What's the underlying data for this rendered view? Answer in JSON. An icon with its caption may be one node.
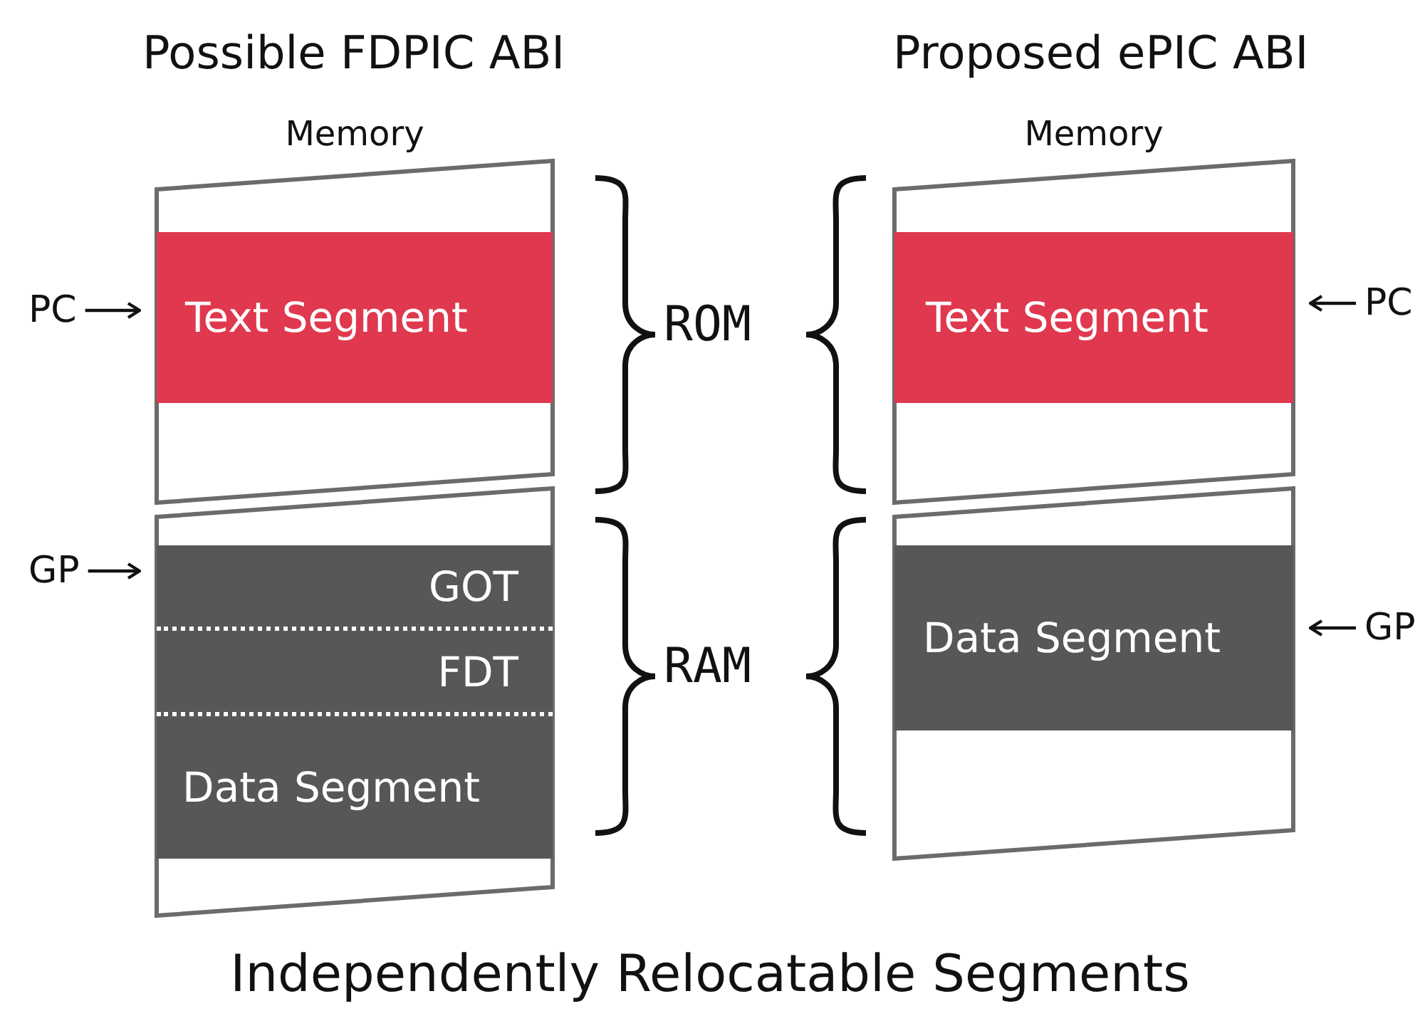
{
  "diagram": {
    "caption": "Independently Relocatable Segments",
    "nodes": [
      {
        "text": [
          "Memory"
        ]
      },
      {
        "text": [
          "Text Segment"
        ],
        "in": 0
      },
      {
        "text": [],
        "shape": "box"
      },
      {
        "text": [
          "GOT"
        ],
        "in": 2
      },
      {
        "text": [
          "FDT"
        ],
        "in": 2
      },
      {
        "text": [
          "Data Segment"
        ],
        "in": 2
      },
      {
        "text": [
          "Memory"
        ]
      },
      {
        "text": [
          "Text Segment"
        ],
        "in": 6
      },
      {
        "text": [],
        "shape": "box"
      },
      {
        "text": [
          "Data Segment"
        ],
        "in": 8
      },
      {
        "text": [
          "PC"
        ]
      },
      {
        "text": [
          "GP"
        ]
      },
      {
        "text": [
          "PC"
        ]
      },
      {
        "text": [
          "GP"
        ]
      }
    ],
    "edges": [
      {
        "from": 10,
        "to": 1,
        "arrow": "to"
      },
      {
        "from": 11,
        "to": 3,
        "arrow": "to"
      },
      {
        "from": 12,
        "to": 7,
        "arrow": "to"
      },
      {
        "from": 13,
        "to": 9,
        "arrow": "to"
      }
    ],
    "labels": [
      "Possible FDPIC ABI",
      "Proposed ePIC ABI",
      "ROM",
      "RAM"
    ]
  }
}
